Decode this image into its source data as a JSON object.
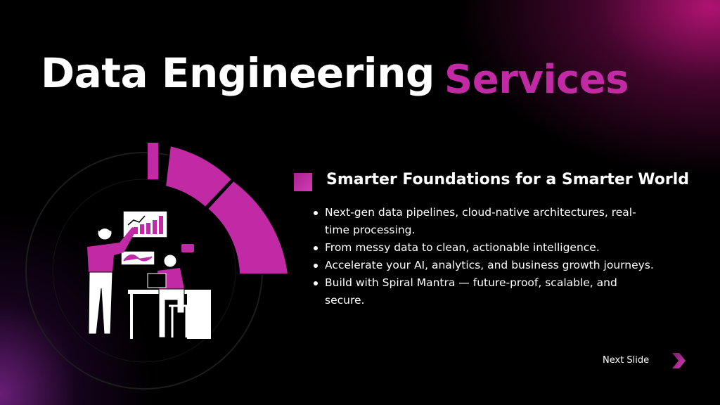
{
  "slide": {
    "title_main": "Data Engineering",
    "title_accent": "Services",
    "subtitle": "Smarter Foundations for a Smarter World",
    "bullets": [
      "Next-gen data pipelines, cloud-native architectures, real-time processing.",
      "From messy data to clean, actionable intelligence.",
      "Accelerate your AI, analytics, and business growth journeys.",
      "Build with Spiral Mantra — future-proof, scalable, and secure."
    ],
    "next_label": "Next Slide"
  },
  "colors": {
    "accent": "#c22aa5",
    "background": "#000000",
    "text": "#ffffff"
  },
  "icons": {
    "next": "chevron-right-icon",
    "marker": "square-marker"
  }
}
